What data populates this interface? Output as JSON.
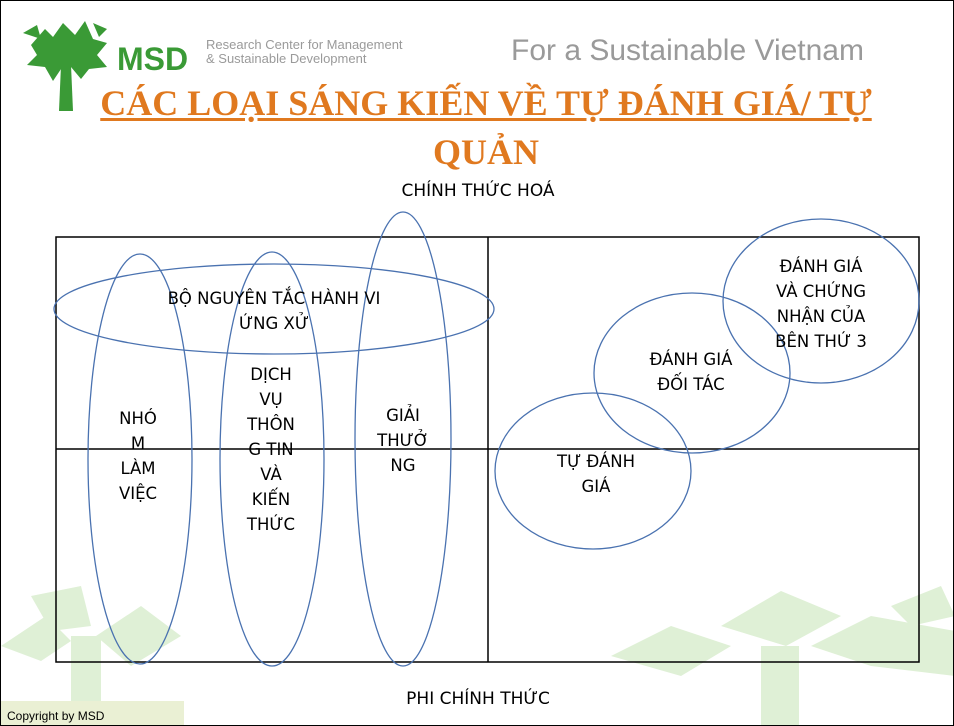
{
  "header": {
    "logo_text": "MSD",
    "org_line1": "Research Center for Management",
    "org_line2": "& Sustainable Development",
    "tagline": "For a Sustainable Vietnam"
  },
  "title": {
    "line1": "CÁC LOẠI SÁNG KIẾN VỀ TỰ ĐÁNH GIÁ/ TỰ",
    "line2": "QUẢN"
  },
  "axis": {
    "top": "CHÍNH THỨC HOÁ",
    "bottom": "PHI CHÍNH THỨC"
  },
  "items": {
    "code_of_conduct": "BỘ NGUYÊN TẮC HÀNH VI\nỨNG XỬ",
    "working_group": "NHÓ\nM\nLÀM\nVIỆC",
    "info_service": "DỊCH\nVỤ\nTHÔN\nG TIN\nVÀ\nKIẾN\nTHỨC",
    "award": "GIẢI\nTHƯỞ\nNG",
    "self_assessment": "TỰ ĐÁNH\nGIÁ",
    "partner_assessment": "ĐÁNH GIÁ\nĐỐI TÁC",
    "third_party": "ĐÁNH GIÁ\nVÀ CHỨNG\nNHẬN CỦA\nBÊN THỨ 3"
  },
  "footer": {
    "copyright": "Copyright by MSD"
  },
  "colors": {
    "brand_green": "#3a9a36",
    "title_orange": "#e0791f",
    "ellipse_blue": "#4a72b0",
    "faint_tree": "#dff0d6"
  },
  "icons": [
    "tree-logo-icon",
    "background-tree-icon"
  ]
}
